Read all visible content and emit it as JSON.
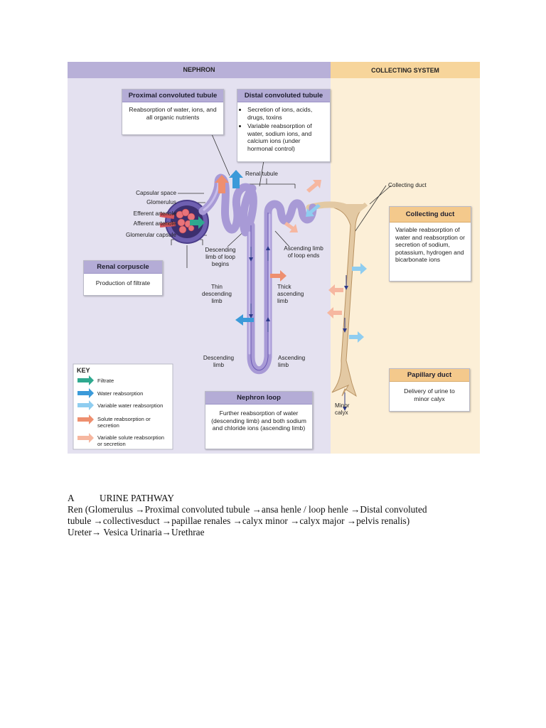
{
  "figure": {
    "headers": {
      "nephron": "NEPHRON",
      "collecting": "COLLECTING SYSTEM"
    },
    "colors": {
      "nephron_bg": "#e4e1f0",
      "collecting_bg": "#fcefd7",
      "header_nephron": "#b8b0d8",
      "header_collecting": "#f7d59b",
      "tubule": "#a89ad6",
      "duct": "#e3c9a3",
      "filtrate": "#2fa98f",
      "water": "#3b9ad9",
      "variable_water": "#8fcdf0",
      "solute": "#ee8f6f",
      "variable_solute": "#f6b7a0"
    },
    "boxes": {
      "pct": {
        "title": "Proximal convoluted tubule",
        "body": "Reabsorption of water, ions, and all organic nutrients"
      },
      "dct": {
        "title": "Distal convoluted tubule",
        "items": [
          "Secretion of ions, acids, drugs, toxins",
          "Variable reabsorption of water, sodium ions, and calcium ions (under hormonal control)"
        ]
      },
      "collecting_duct": {
        "title": "Collecting duct",
        "body": "Variable reabsorption of water and reabsorption or secretion of sodium, potassium, hydrogen and bicarbonate ions"
      },
      "renal_corpuscle": {
        "title": "Renal corpuscle",
        "body": "Production of filtrate"
      },
      "papillary_duct": {
        "title": "Papillary duct",
        "body": "Delivery of urine to minor calyx"
      },
      "nephron_loop": {
        "title": "Nephron loop",
        "body": "Further reabsorption of water (descending limb) and both sodium and chloride ions (ascending limb)"
      }
    },
    "labels": {
      "capsular_space": "Capsular space",
      "glomerulus": "Glomerulus",
      "efferent": "Efferent arteriole",
      "afferent": "Afferent arteriole",
      "glomerular_capsule": "Glomerular capsule",
      "renal_tubule": "Renal tubule",
      "collecting_duct_lbl": "Collecting duct",
      "desc_begins": "Descending limb of loop begins",
      "asc_ends": "Ascending limb of loop ends",
      "thin_desc": "Thin descending limb",
      "thick_asc": "Thick ascending limb",
      "desc_limb": "Descending limb",
      "asc_limb": "Ascending limb",
      "minor_calyx": "Minor calyx"
    },
    "key": {
      "title": "KEY",
      "items": [
        {
          "label": "Filtrate",
          "icon": "filtrate-arrow-icon"
        },
        {
          "label": "Water reabsorption",
          "icon": "water-arrow-icon"
        },
        {
          "label": "Variable water reabsorption",
          "icon": "variable-water-arrow-icon"
        },
        {
          "label": "Solute reabsorption or secretion",
          "icon": "solute-arrow-icon"
        },
        {
          "label": "Variable solute reabsorption or secretion",
          "icon": "variable-solute-arrow-icon"
        }
      ]
    }
  },
  "caption": {
    "letter": "A",
    "heading": "URINE PATHWAY",
    "line1": "Ren (Glomerulus →Proximal convoluted tubule →ansa henle / loop henle →Distal convoluted",
    "line2": "tubule →collectivesduct →papillae renales →calyx minor →calyx major →pelvis renalis)",
    "line3": "Ureter→ Vesica Urinaria→Urethrae"
  }
}
